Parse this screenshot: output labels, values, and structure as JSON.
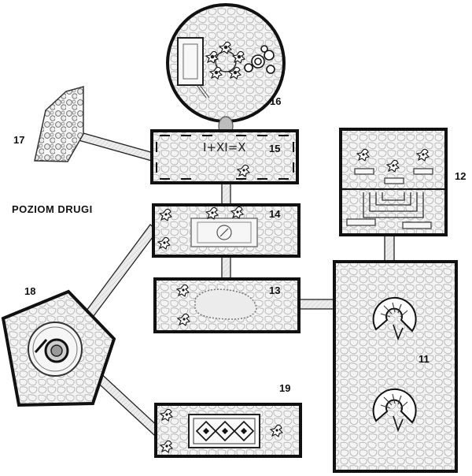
{
  "map": {
    "level_title": "POZIOM DRUGI",
    "puzzle_text": "I+XI=X",
    "rooms": [
      {
        "id": "11",
        "label": "11"
      },
      {
        "id": "12",
        "label": "12"
      },
      {
        "id": "13",
        "label": "13"
      },
      {
        "id": "14",
        "label": "14"
      },
      {
        "id": "15",
        "label": "15"
      },
      {
        "id": "16",
        "label": "16"
      },
      {
        "id": "17",
        "label": "17"
      },
      {
        "id": "18",
        "label": "18"
      },
      {
        "id": "19",
        "label": "19"
      }
    ]
  },
  "colors": {
    "wall": "#111111",
    "floor": "#f2f2f2",
    "stone": "#b8b8b8",
    "corridor": "#e8e8e8"
  }
}
